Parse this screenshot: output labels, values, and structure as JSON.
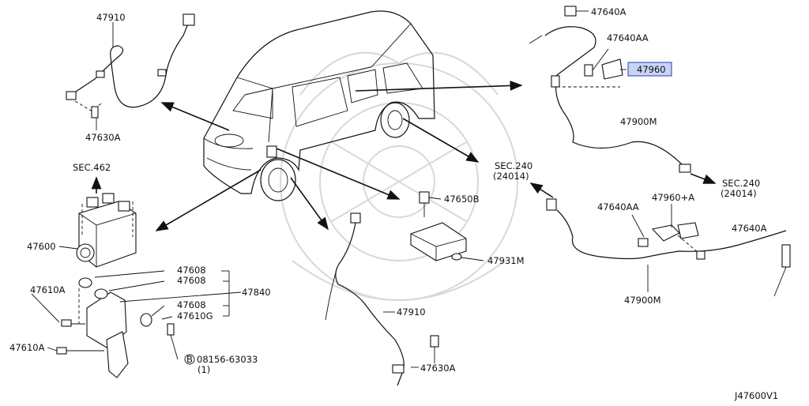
{
  "labels": {
    "p47910_top": "47910",
    "p47630a_left": "47630A",
    "sec462": "SEC.462",
    "p47600": "47600",
    "p47610a_1": "47610A",
    "p47610a_2": "47610A",
    "p47608_1": "47608",
    "p47608_2": "47608",
    "p47840": "47840",
    "p47608_3": "47608",
    "p47610g": "47610G",
    "bolt_code": "08156-63033",
    "bolt_qty": "(1)",
    "bolt_circle": "B",
    "p47650b": "47650B",
    "p47931m": "47931M",
    "p47910_mid": "47910",
    "p47630a_mid": "47630A",
    "p47640a_top": "47640A",
    "p47640aa_top": "47640AA",
    "p47960_hl": "47960",
    "p47900m_top": "47900M",
    "sec240_mid": "SEC.240",
    "sec240_mid_code": "(24014)",
    "sec240_right": "SEC.240",
    "sec240_right_code": "(24014)",
    "p47640aa_low": "47640AA",
    "p47960a": "47960+A",
    "p47640a_right": "47640A",
    "p47900m_low": "47900M",
    "diagram_id": "J47600V1"
  },
  "colors": {
    "highlight_fill": "#c9d3f5",
    "highlight_stroke": "#2b3f9c",
    "line": "#111111",
    "watermark": "#d8d8d8"
  }
}
